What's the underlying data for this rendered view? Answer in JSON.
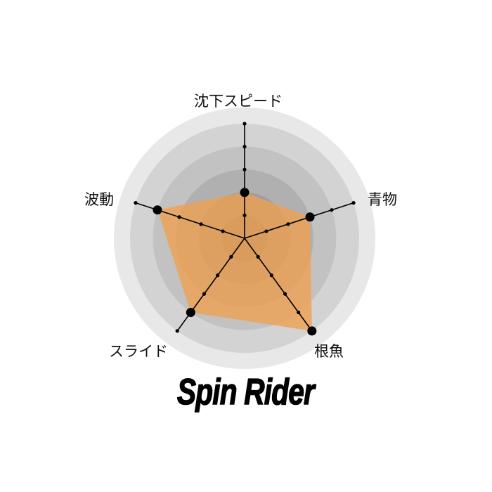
{
  "chart_data": {
    "type": "radar",
    "title": "Spin Rider",
    "categories": [
      "沈下スピード",
      "青物",
      "根魚",
      "スライド",
      "波動"
    ],
    "values": [
      2,
      3,
      5,
      4,
      4
    ],
    "max": 5,
    "ticks": [
      1,
      2,
      3,
      4,
      5
    ],
    "fill_color": "#f0a050"
  }
}
